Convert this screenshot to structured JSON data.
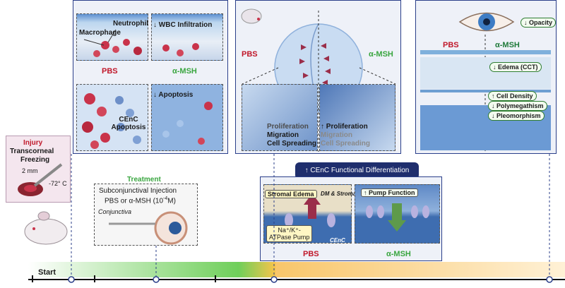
{
  "colors": {
    "navy": "#1f2e6d",
    "pbs_red": "#c0182a",
    "msh_green": "#3aa640",
    "panel_bg": "#eef1f8",
    "injury_pink": "#f4e6ee"
  },
  "panel1": {
    "neutrophil": "Neutrophil",
    "macrophage": "Macrophage",
    "wbc": "↓ WBC Infiltration",
    "pbs": "PBS",
    "msh": "α-MSH",
    "cenc_apoptosis": "CEnC Apoptosis",
    "apoptosis": "↓ Apoptosis"
  },
  "panel2": {
    "pbs": "PBS",
    "msh": "α-MSH",
    "left_lines": [
      "Proliferation",
      "Migration",
      "Cell Spreading"
    ],
    "right_lines": [
      "↑ Proliferation",
      "Migration",
      "Cell Spreading"
    ]
  },
  "panel3": {
    "opacity": "↓ Opacity",
    "pbs": "PBS",
    "msh": "α-MSH",
    "edema": "↓ Edema (CCT)",
    "density": "↑ Cell Density",
    "polymegathism": "↓ Polymegathism",
    "pleomorphism": "↓ Pleomorphism"
  },
  "injury": {
    "title": "Injury",
    "line1": "Transcorneal",
    "line2": "Freezing",
    "size": "2 mm",
    "temp": "-72° C"
  },
  "treatment": {
    "title": "Treatment",
    "line1": "Subconjunctival Injection",
    "line2": "PBS or α-MSH (10",
    "line2_exp": "-4",
    "line2_end": "M)",
    "conjunctiva": "Conjunctiva"
  },
  "functional": {
    "banner": "↑ CEnC Functional Differentiation",
    "stromal_edema": "Stromal Edema",
    "dm_stroma": "DM & Stroma",
    "atpase_line1": "Na⁺/K⁺-",
    "atpase_line2": "ATPase Pump",
    "cenc": "CEnC",
    "pump_function": "↑ Pump Function",
    "pbs": "PBS",
    "msh": "α-MSH"
  },
  "timeline": {
    "start": "Start"
  }
}
